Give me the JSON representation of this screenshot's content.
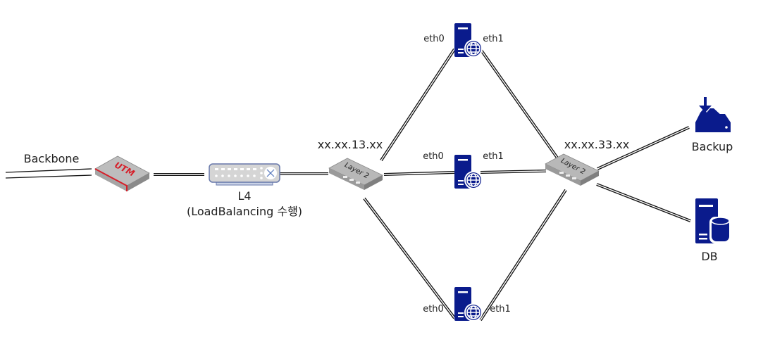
{
  "colors": {
    "icon_blue": "#0a1b8c",
    "line": "#111111",
    "utm_red": "#d6202a",
    "switch_gray": "#a8a8a8"
  },
  "labels": {
    "backbone": "Backbone",
    "l4_name": "L4",
    "l4_desc": "(LoadBalancing 수행)",
    "switch_a_ip": "xx.xx.13.xx",
    "switch_b_ip": "xx.xx.33.xx",
    "backup": "Backup",
    "db": "DB"
  },
  "devices": {
    "utm_text": "UTM",
    "layer2_text": "Layer 2"
  },
  "servers": [
    {
      "eth0": "eth0",
      "eth1": "eth1"
    },
    {
      "eth0": "eth0",
      "eth1": "eth1"
    },
    {
      "eth0": "eth0",
      "eth1": "eth1"
    }
  ]
}
